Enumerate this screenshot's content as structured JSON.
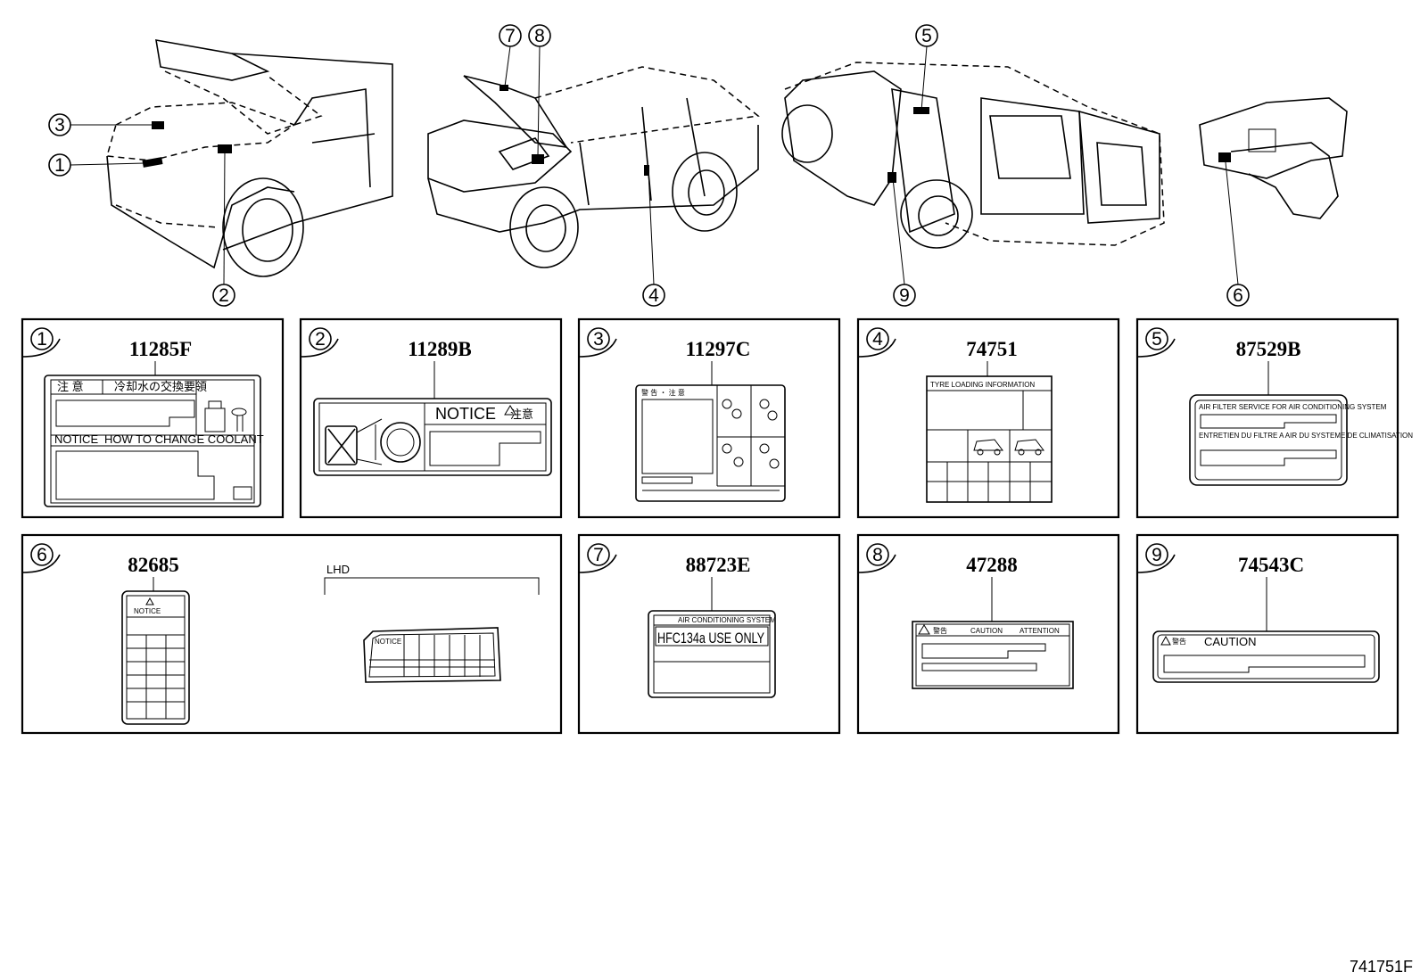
{
  "callouts": [
    "1",
    "2",
    "3",
    "4",
    "5",
    "6",
    "7",
    "8",
    "9"
  ],
  "panels": [
    {
      "num": "1",
      "part": "11285F",
      "label_texts": [
        "注 意",
        "冷却水の交換要領",
        "NOTICE",
        "HOW TO CHANGE COOLANT"
      ]
    },
    {
      "num": "2",
      "part": "11289B",
      "label_texts": [
        "NOTICE",
        "注意"
      ]
    },
    {
      "num": "3",
      "part": "11297C",
      "label_texts": [
        "警 告 ・ 注 意"
      ]
    },
    {
      "num": "4",
      "part": "74751",
      "label_texts": [
        "TYRE LOADING INFORMATION"
      ]
    },
    {
      "num": "5",
      "part": "87529B",
      "label_texts": [
        "AIR FILTER SERVICE FOR AIR CONDITIONING SYSTEM",
        "ENTRETIEN DU FILTRE A AIR DU SYSTEME DE CLIMATISATION"
      ]
    },
    {
      "num": "6",
      "part": "82685",
      "label_texts": [
        "NOTICE",
        "NOTICE"
      ],
      "variant": "LHD"
    },
    {
      "num": "7",
      "part": "88723E",
      "label_texts": [
        "AIR CONDITIONING SYSTEM",
        "HFC134a USE ONLY"
      ]
    },
    {
      "num": "8",
      "part": "47288",
      "label_texts": [
        "警告",
        "CAUTION",
        "ATTENTION"
      ]
    },
    {
      "num": "9",
      "part": "74543C",
      "label_texts": [
        "警告",
        "CAUTION"
      ]
    }
  ],
  "diagram_id": "741751F"
}
